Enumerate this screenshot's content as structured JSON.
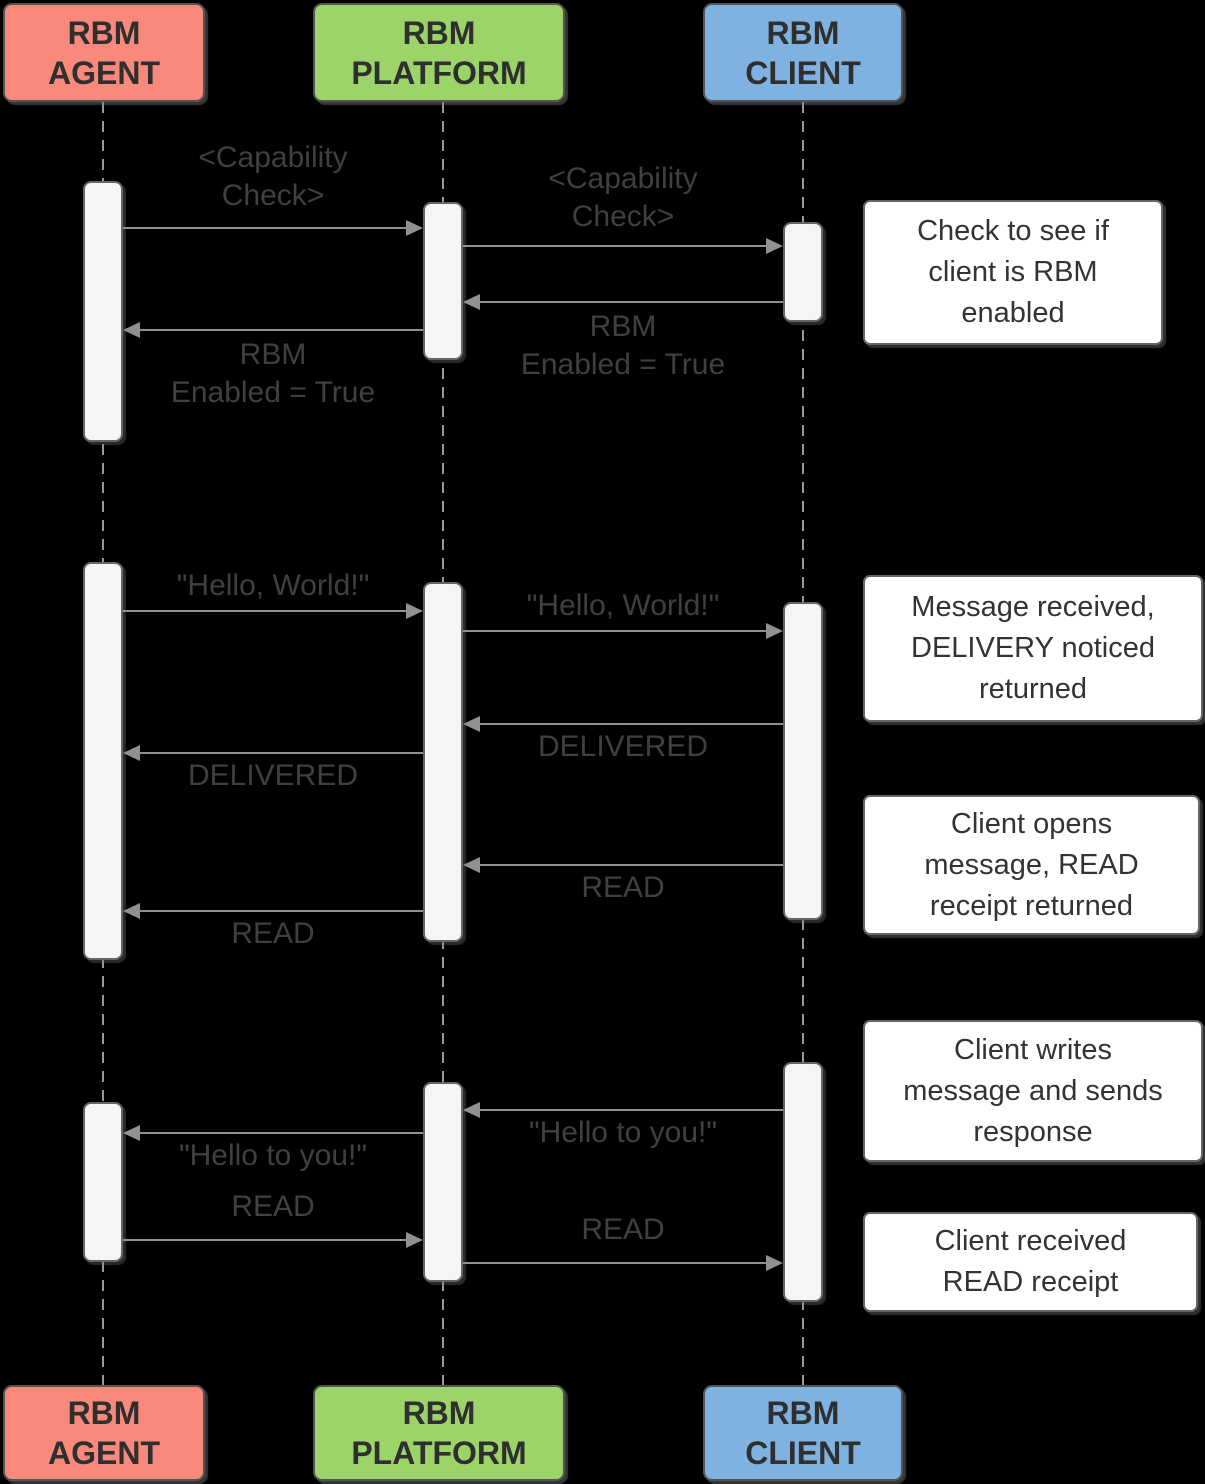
{
  "diagram": {
    "title": "RBM messaging sequence diagram",
    "background": "#000000",
    "colors": {
      "agent_fill": "#F8897B",
      "platform_fill": "#9CD469",
      "client_fill": "#7FB2E0",
      "box_border": "#545454",
      "arrow": "#919191",
      "lifeline": "#999999",
      "activation_fill": "#F5F5F5",
      "label_text": "#404040",
      "note_fill": "#FFFFFF",
      "note_text": "#333333"
    },
    "actors": [
      {
        "id": "rbm-agent",
        "label": "RBM\nAGENT"
      },
      {
        "id": "rbm-platform",
        "label": "RBM\nPLATFORM"
      },
      {
        "id": "rbm-client",
        "label": "RBM\nCLIENT"
      }
    ],
    "messages": [
      {
        "from": "rbm-agent",
        "to": "rbm-platform",
        "label": "<Capability\nCheck>"
      },
      {
        "from": "rbm-platform",
        "to": "rbm-client",
        "label": "<Capability\nCheck>"
      },
      {
        "from": "rbm-client",
        "to": "rbm-platform",
        "label": "RBM\nEnabled = True"
      },
      {
        "from": "rbm-platform",
        "to": "rbm-agent",
        "label": "RBM\nEnabled = True"
      },
      {
        "from": "rbm-agent",
        "to": "rbm-platform",
        "label": "\"Hello, World!\""
      },
      {
        "from": "rbm-platform",
        "to": "rbm-client",
        "label": "\"Hello, World!\""
      },
      {
        "from": "rbm-client",
        "to": "rbm-platform",
        "label": "DELIVERED"
      },
      {
        "from": "rbm-platform",
        "to": "rbm-agent",
        "label": "DELIVERED"
      },
      {
        "from": "rbm-client",
        "to": "rbm-platform",
        "label": "READ"
      },
      {
        "from": "rbm-platform",
        "to": "rbm-agent",
        "label": "READ"
      },
      {
        "from": "rbm-client",
        "to": "rbm-platform",
        "label": "\"Hello to you!\""
      },
      {
        "from": "rbm-platform",
        "to": "rbm-agent",
        "label": "\"Hello to you!\""
      },
      {
        "from": "rbm-agent",
        "to": "rbm-platform",
        "label": "READ"
      },
      {
        "from": "rbm-platform",
        "to": "rbm-client",
        "label": "READ"
      }
    ],
    "notes": [
      {
        "text": "Check to see if\nclient is RBM\nenabled"
      },
      {
        "text": "Message received,\nDELIVERY noticed\nreturned"
      },
      {
        "text": "Client opens\nmessage, READ\nreceipt returned"
      },
      {
        "text": "Client writes\nmessage and sends\nresponse"
      },
      {
        "text": "Client received\nREAD receipt"
      }
    ]
  }
}
